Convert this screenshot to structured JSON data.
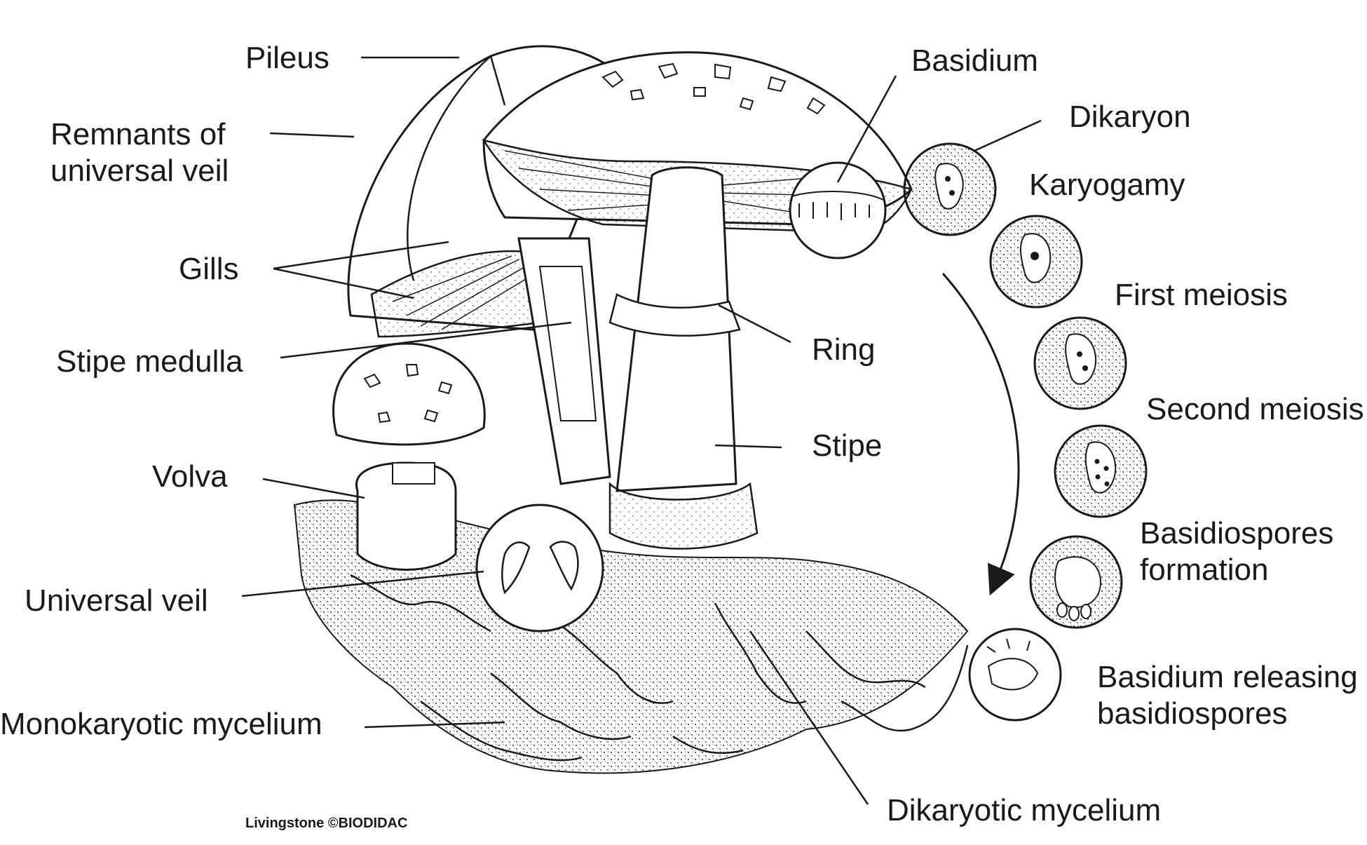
{
  "labels": {
    "pileus": "Pileus",
    "remnants_line1": "Remnants of",
    "remnants_line2": "universal veil",
    "gills": "Gills",
    "stipe_medulla": "Stipe medulla",
    "volva": "Volva",
    "universal_veil": "Universal veil",
    "monokaryotic_mycelium": "Monokaryotic mycelium",
    "basidium": "Basidium",
    "dikaryon": "Dikaryon",
    "karyogamy": "Karyogamy",
    "first_meiosis": "First meiosis",
    "second_meiosis": "Second meiosis",
    "ring": "Ring",
    "stipe": "Stipe",
    "basidiospores_line1": "Basidiospores",
    "basidiospores_line2": "formation",
    "releasing_line1": "Basidium releasing",
    "releasing_line2": "basidiospores",
    "dikaryotic_mycelium": "Dikaryotic mycelium"
  },
  "credit": "Livingstone ©BIODIDAC",
  "colors": {
    "ink": "#1a1a1a",
    "paper": "#ffffff"
  }
}
